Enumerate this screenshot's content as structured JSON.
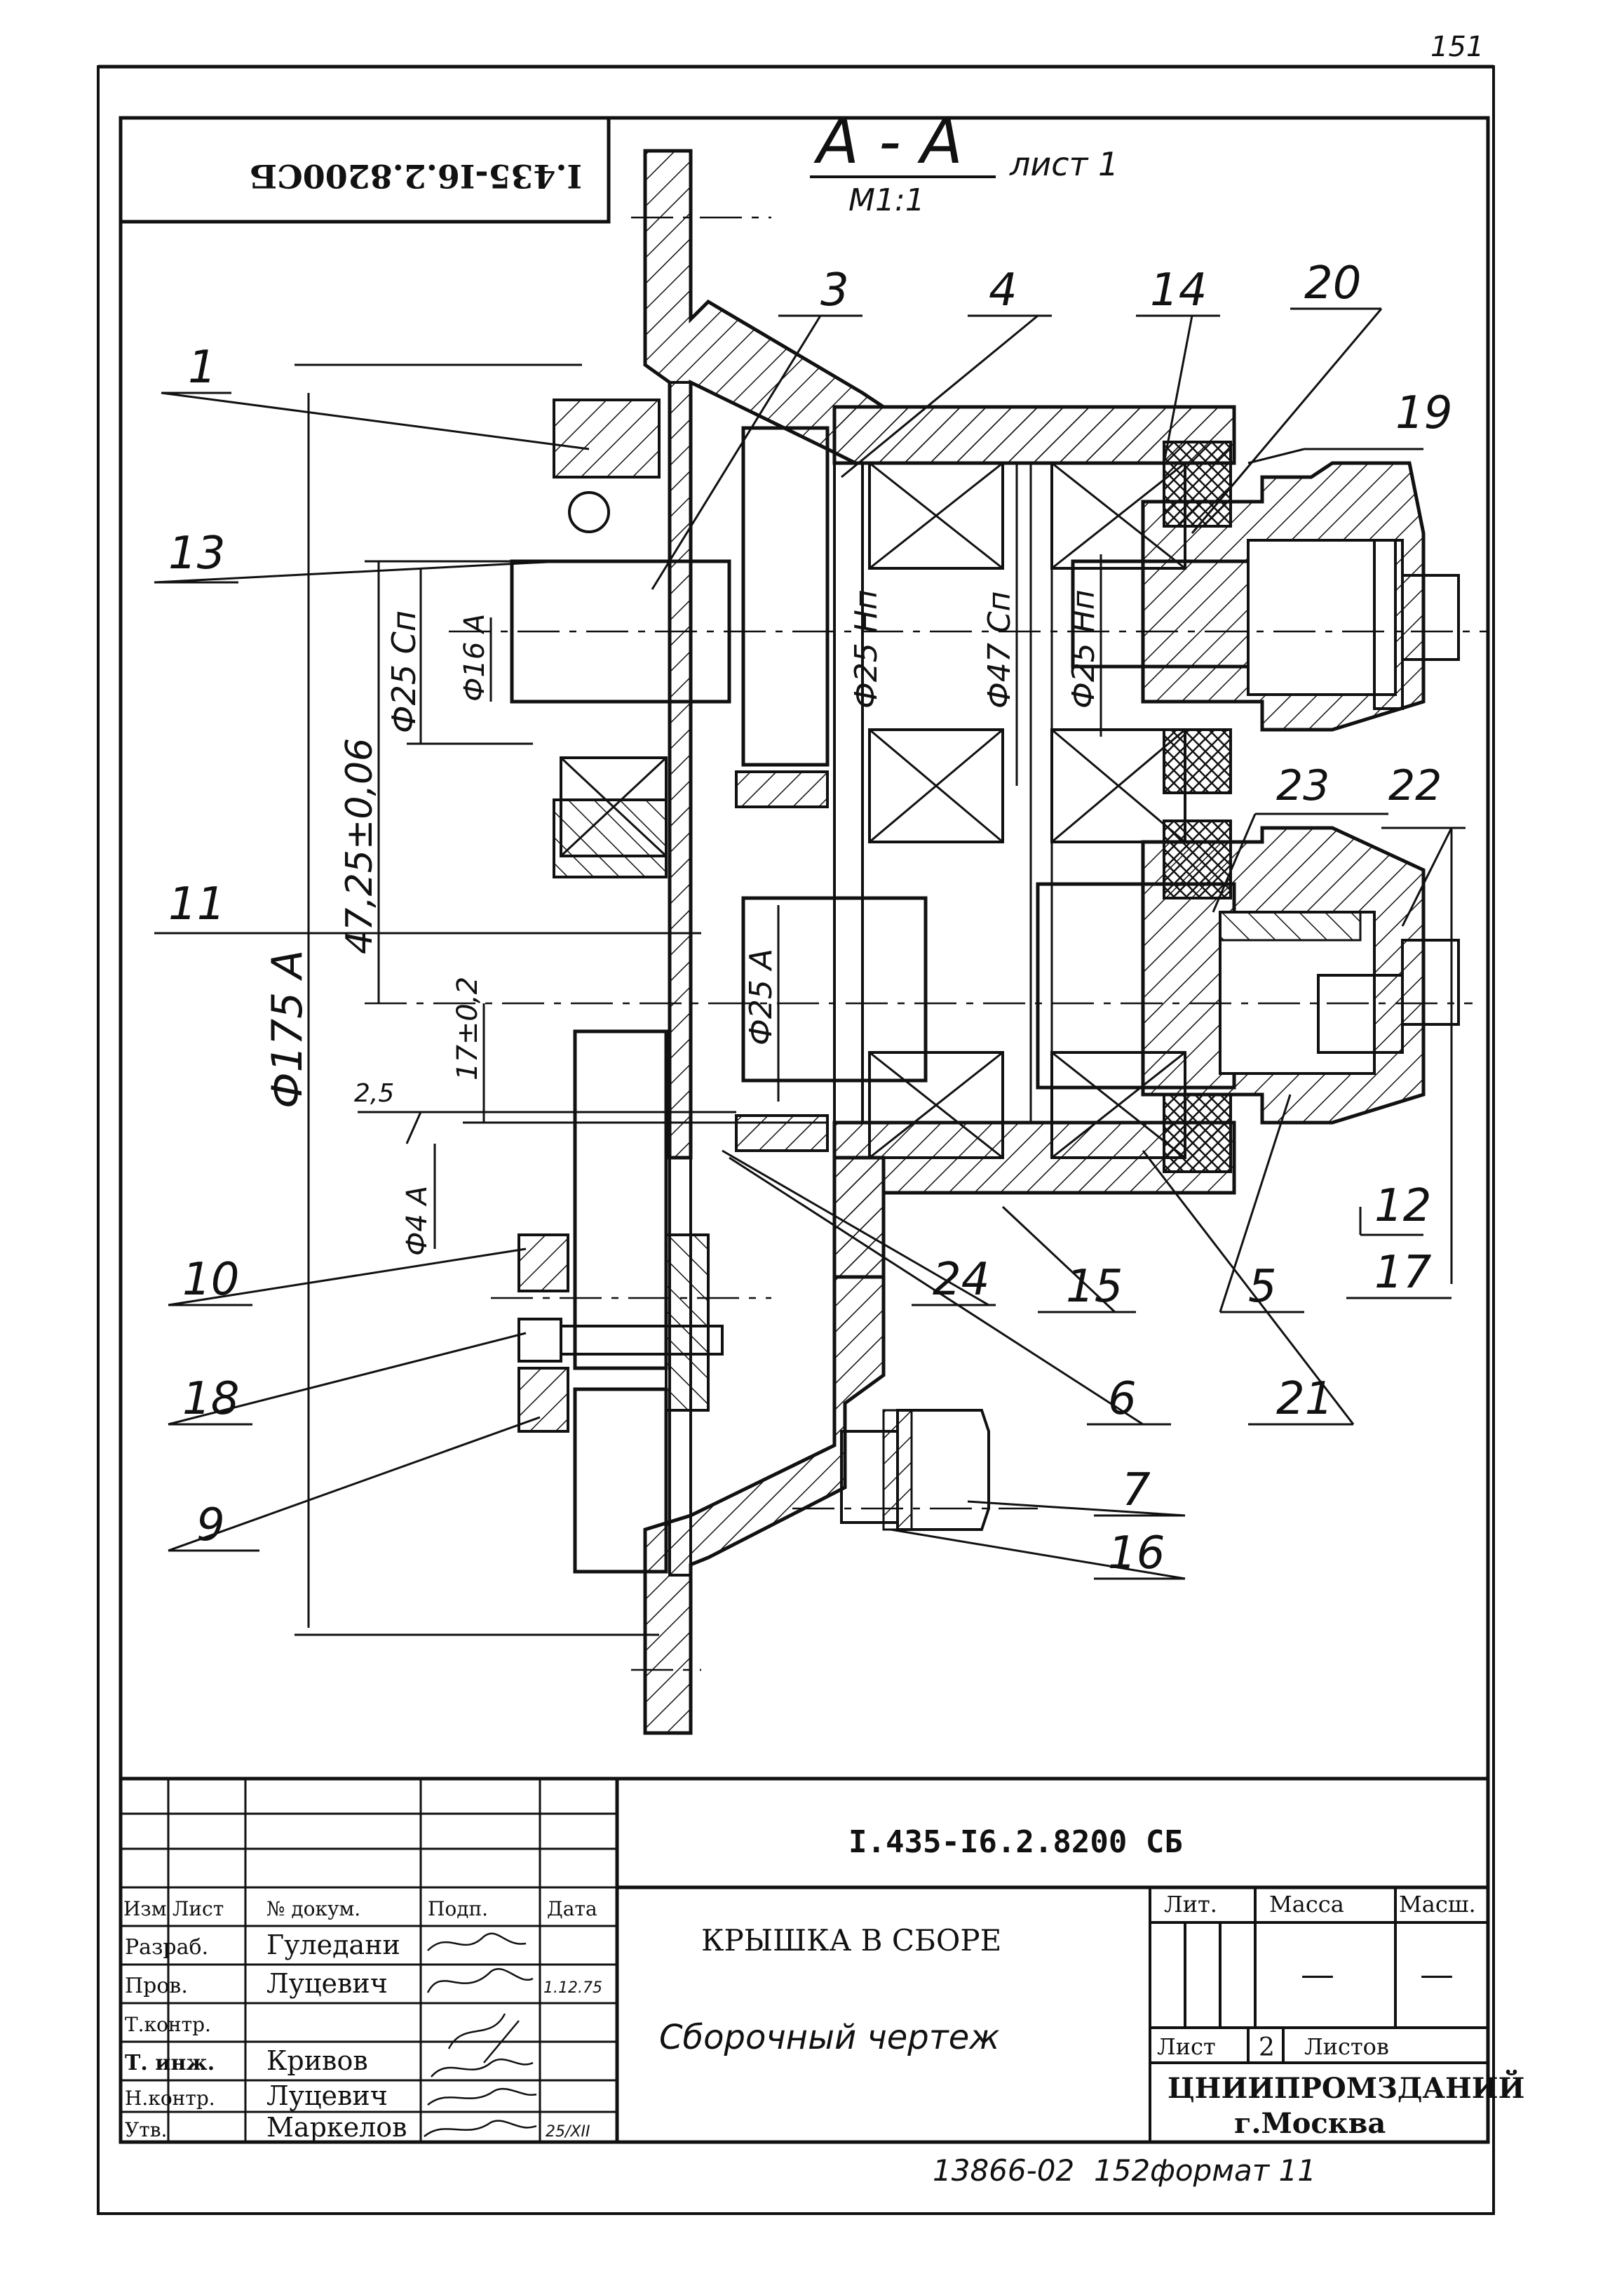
{
  "sheet": {
    "page_number": "151",
    "designation_mirrored": "I.435-I6.2.8200СБ",
    "section_title": "А - А",
    "section_scale": "М1:1",
    "sheet_note": "лист 1",
    "bottom_stamp": "13866-02",
    "bottom_stamp2": "152",
    "format": "формат 11"
  },
  "callouts": {
    "n1": "1",
    "n3": "3",
    "n4": "4",
    "n14": "14",
    "n20": "20",
    "n19": "19",
    "n13": "13",
    "n11": "11",
    "n23": "23",
    "n22": "22",
    "n12": "12",
    "n10": "10",
    "n24": "24",
    "n15": "15",
    "n5": "5",
    "n17": "17",
    "n18": "18",
    "n6": "6",
    "n21": "21",
    "n9": "9",
    "n7": "7",
    "n16": "16"
  },
  "dimensions": {
    "d175": "Ф175 А",
    "d47_25": "47,25±0,06",
    "d17": "17±0,2",
    "d25cp": "Ф25 Сп",
    "d16a": "Ф16 А",
    "d25hp_1": "Ф25 Нп",
    "d47cp": "Ф47 Сп",
    "d25hp_2": "Ф25 Нп",
    "d25a": "Ф25 А",
    "d2_5": "2,5",
    "d4a": "Ф4 А"
  },
  "title_block": {
    "designation": "I.435-I6.2.8200 СБ",
    "headers": {
      "izm": "Изм",
      "list": "Лист",
      "doc": "№ докум.",
      "sign": "Подп.",
      "date": "Дата"
    },
    "rows": [
      {
        "role": "Разраб.",
        "name": "Гуледани",
        "date": ""
      },
      {
        "role": "Пров.",
        "name": "Луцевич",
        "date": "1.12.75"
      },
      {
        "role": "Т.контр.",
        "name": "",
        "date": ""
      },
      {
        "role": "Т. инж.",
        "name": "Кривов",
        "date": ""
      },
      {
        "role": "Н.контр.",
        "name": "Луцевич",
        "date": ""
      },
      {
        "role": "Утв.",
        "name": "Маркелов",
        "date": "25/XII"
      }
    ],
    "item_name": "КРЫШКА В СБОРЕ",
    "doc_type": "Сборочный чертеж",
    "lit_label": "Лит.",
    "mass_label": "Масса",
    "scale_label": "Масш.",
    "mass_value": "—",
    "scale_value": "—",
    "sheet_label": "Лист",
    "sheet_value": "2",
    "sheets_label": "Листов",
    "org": "ЦНИИПРОМЗДАНИЙ",
    "city": "г.Москва"
  }
}
